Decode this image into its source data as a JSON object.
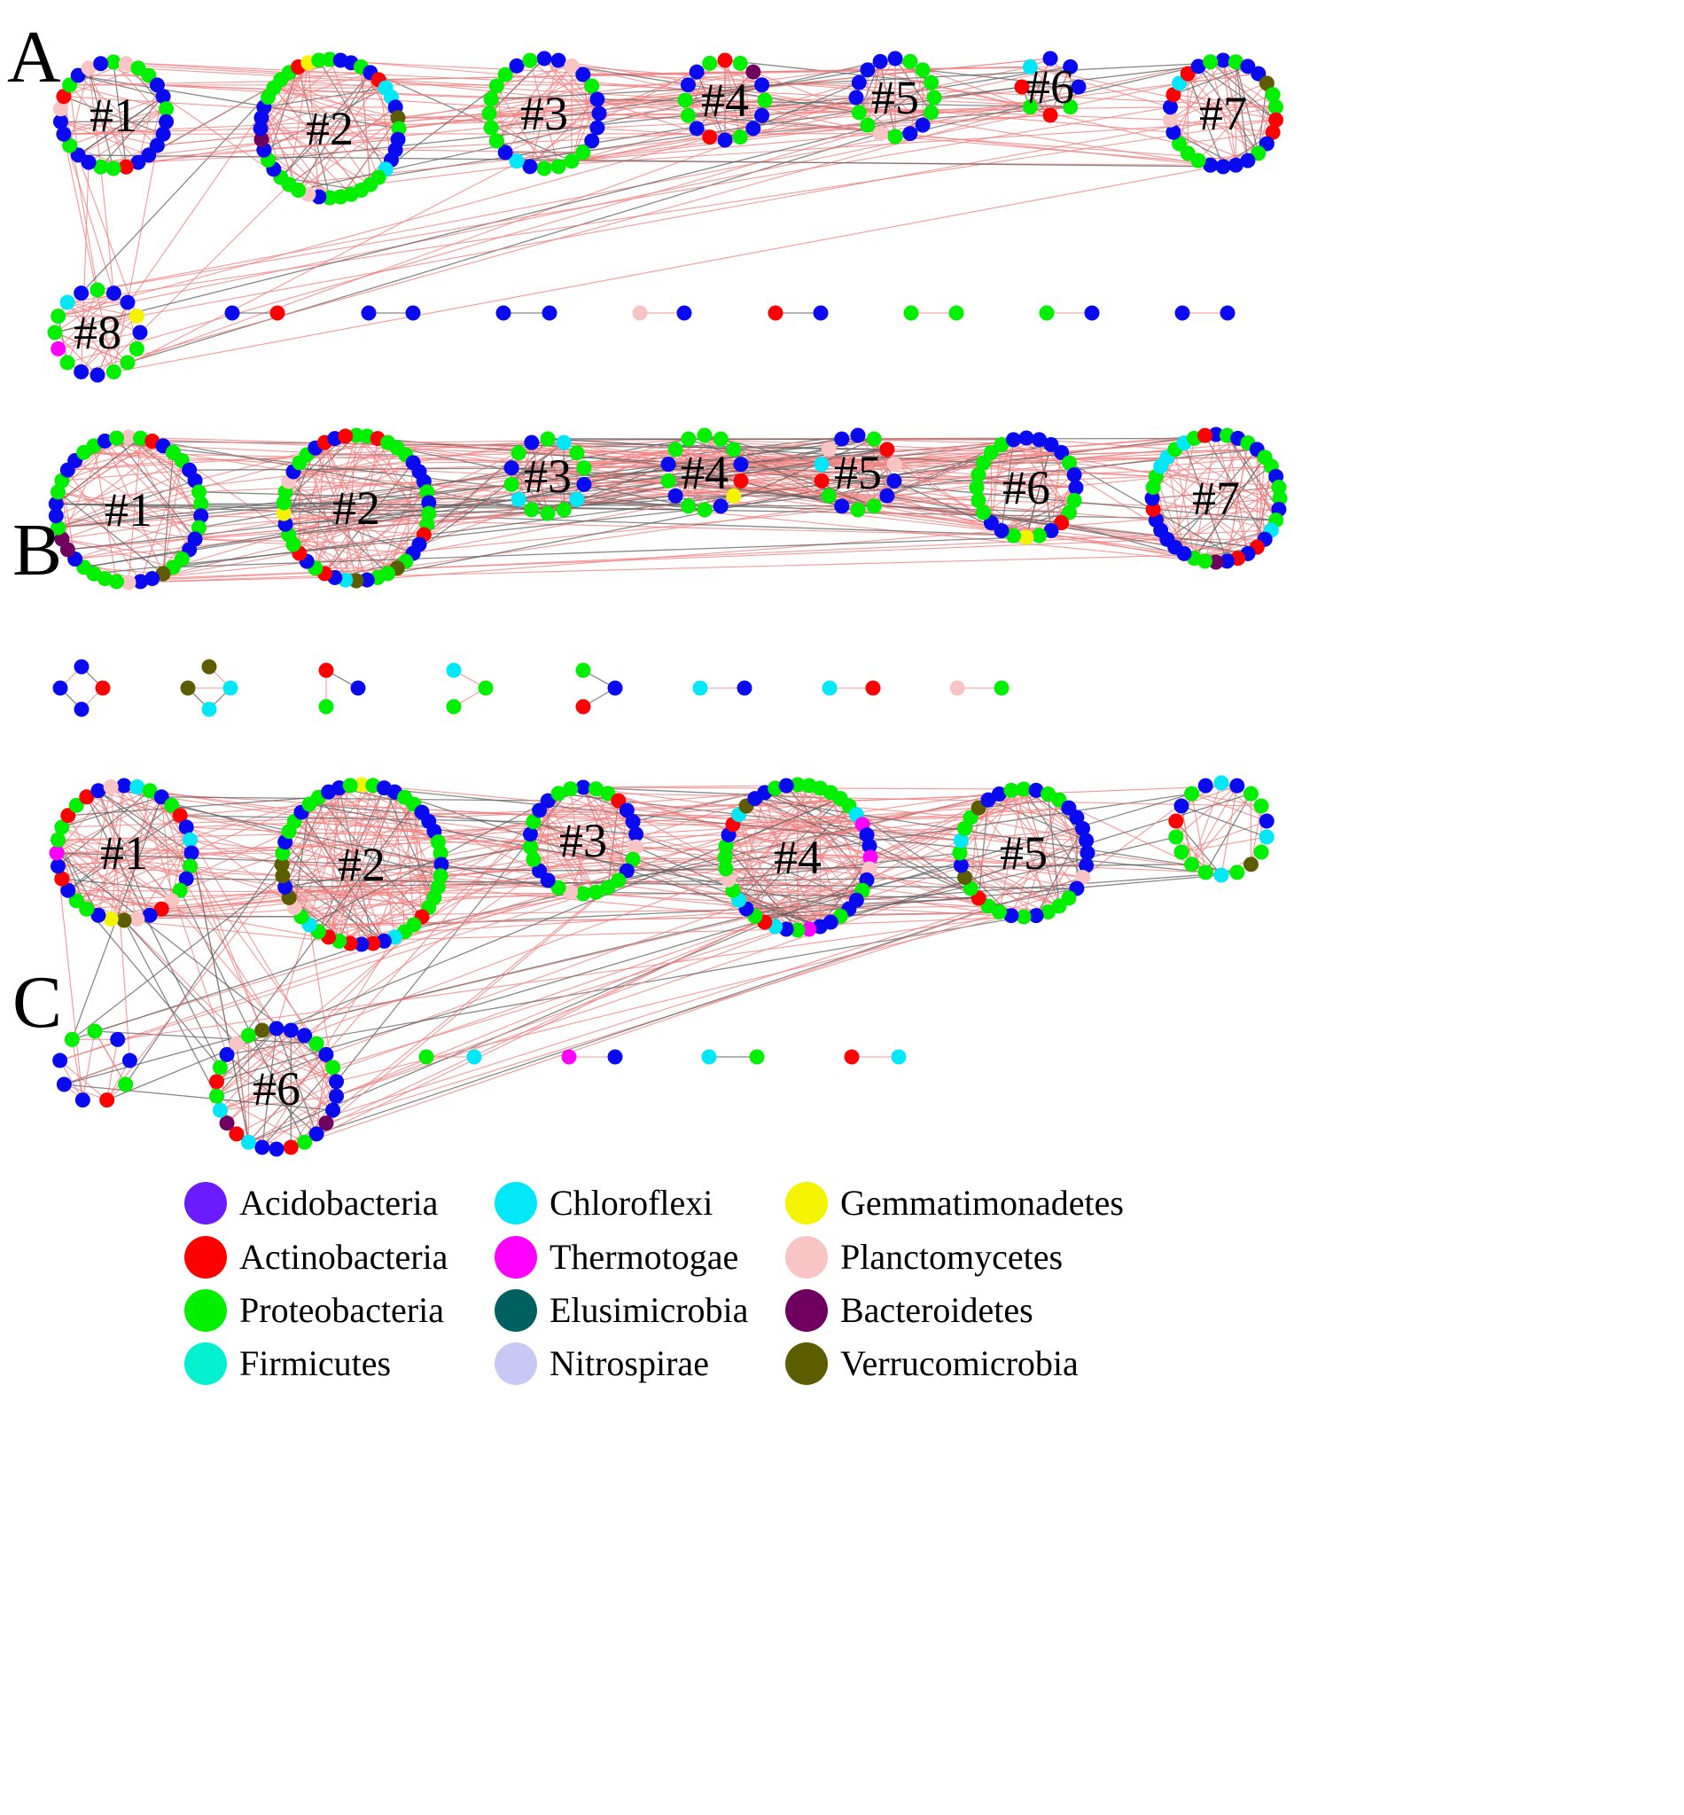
{
  "panels": [
    {
      "letter": "A",
      "cluster_labels": [
        "#1",
        "#2",
        "#3",
        "#4",
        "#5",
        "#6",
        "#7",
        "#8"
      ]
    },
    {
      "letter": "B",
      "cluster_labels": [
        "#1",
        "#2",
        "#3",
        "#4",
        "#5",
        "#6",
        "#7"
      ]
    },
    {
      "letter": "C",
      "cluster_labels": [
        "#1",
        "#2",
        "#3",
        "#4",
        "#5",
        "#6"
      ]
    }
  ],
  "legend": [
    {
      "label": "Acidobacteria",
      "color": "#6a1cff"
    },
    {
      "label": "Actinobacteria",
      "color": "#ff0000"
    },
    {
      "label": "Proteobacteria",
      "color": "#00f000"
    },
    {
      "label": "Firmicutes",
      "color": "#00f0d0"
    },
    {
      "label": "Chloroflexi",
      "color": "#00e8f8"
    },
    {
      "label": "Thermotogae",
      "color": "#ff00ff"
    },
    {
      "label": "Elusimicrobia",
      "color": "#006060"
    },
    {
      "label": "Nitrospirae",
      "color": "#c8c8f4"
    },
    {
      "label": "Gemmatimonadetes",
      "color": "#f4f400"
    },
    {
      "label": "Planctomycetes",
      "color": "#f8c4c4"
    },
    {
      "label": "Bacteroidetes",
      "color": "#700060"
    },
    {
      "label": "Verrucomicrobia",
      "color": "#5c5c00"
    }
  ],
  "node_palette": {
    "blue": "#0a0af0",
    "edge_positive": "#f08080",
    "edge_negative": "#606060",
    "unclassified": "#a0a0a0"
  }
}
